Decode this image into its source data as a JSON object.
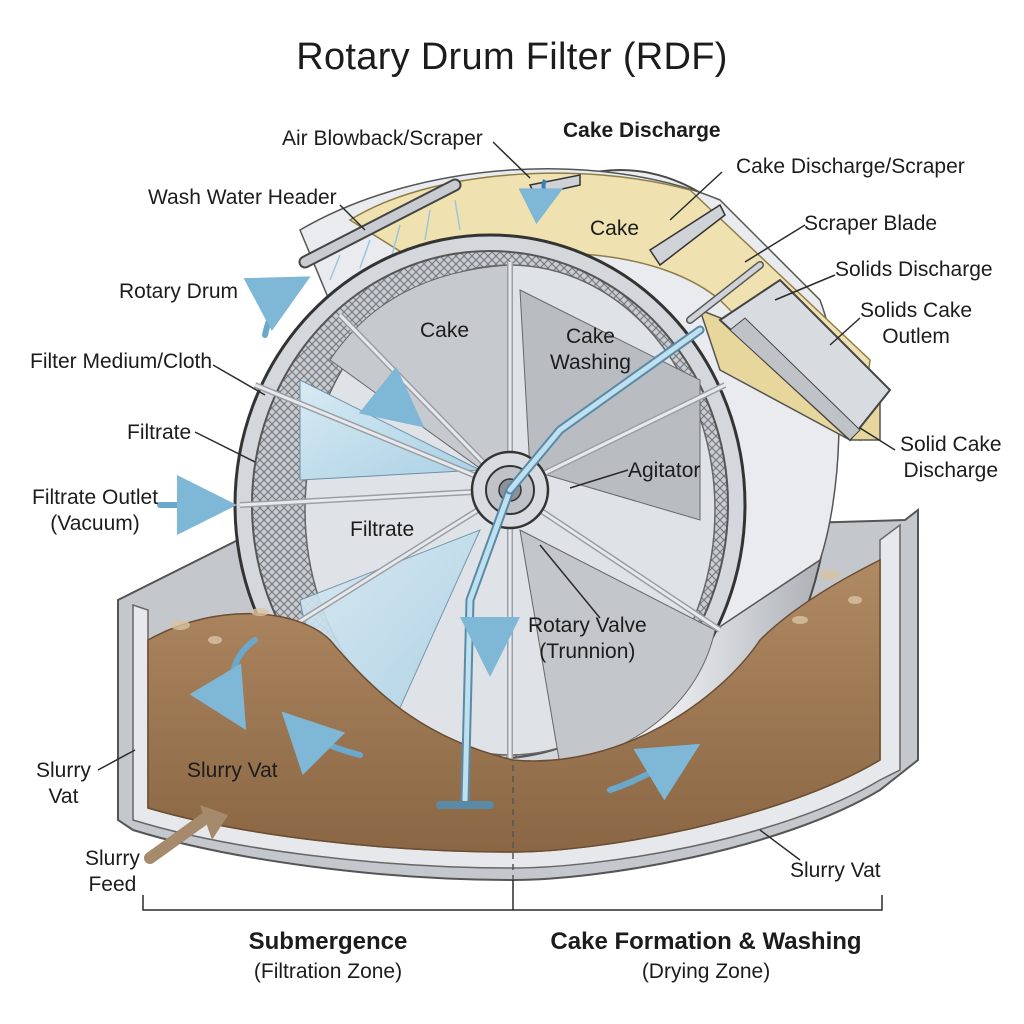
{
  "title": "Rotary Drum Filter (RDF)",
  "labels": {
    "air_blowback": "Air Blowback/Scraper",
    "cake_discharge_top": "Cake Discharge",
    "wash_water_header": "Wash Water Header",
    "cake_discharge_scraper": "Cake Discharge/Scraper",
    "cake_top": "Cake",
    "scraper_blade": "Scraper Blade",
    "rotary_drum": "Rotary Drum",
    "solids_discharge": "Solids Discharge",
    "solids_cake_outlem": "Solids Cake\nOutlem",
    "cake_inner": "Cake",
    "cake_washing": "Cake\nWashing",
    "filter_medium": "Filter Medium/Cloth",
    "filtrate_left": "Filtrate",
    "solid_cake_discharge": "Solid Cake\nDischarge",
    "agitator": "Agitator",
    "filtrate_outlet": "Filtrate Outlet\n(Vacuum)",
    "filtrate_inner": "Filtrate",
    "rotary_valve": "Rotary Valve\n(Trunnion)",
    "slurry_vat_left": "Slurry\nVat",
    "slurry_vat_inner": "Slurry Vat",
    "slurry_feed": "Slurry\nFeed",
    "slurry_vat_right": "Slurry Vat"
  },
  "zones": {
    "left_title": "Submergence",
    "left_sub": "(Filtration Zone)",
    "right_title": "Cake Formation & Washing",
    "right_sub": "(Drying Zone)"
  }
}
